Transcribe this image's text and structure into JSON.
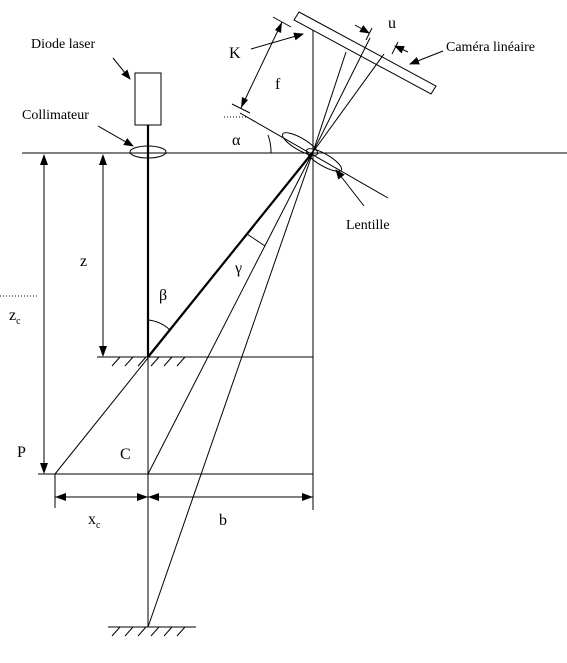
{
  "labels": {
    "diode_laser": "Diode laser",
    "collimateur": "Collimateur",
    "camera_lineaire": "Caméra linéaire",
    "lentille": "Lentille",
    "K": "K",
    "f": "f",
    "u": "u",
    "alpha": "α",
    "beta": "β",
    "gamma": "γ",
    "z": "z",
    "zc_main": "z",
    "zc_sub": "c",
    "P": "P",
    "C": "C",
    "xc_main": "x",
    "xc_sub": "c",
    "b": "b"
  }
}
